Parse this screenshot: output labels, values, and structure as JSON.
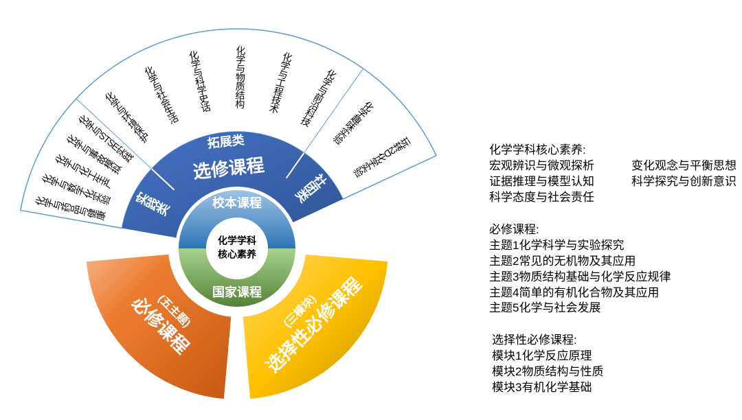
{
  "diagram": {
    "center": {
      "line1": "化学学科",
      "line2": "核心素养"
    },
    "inner_ring": {
      "top": "校本课程",
      "bottom": "国家课程"
    },
    "main_sections": {
      "elective": "选修课程",
      "compulsory": "必修课程",
      "compulsory_sub": "(五主题)",
      "selective_compulsory": "选择性必修课程",
      "selective_compulsory_sub": "(三模块)"
    },
    "elective_subsections": {
      "practice": "实践类",
      "expansion": "拓展类",
      "club": "社团类"
    },
    "outer_items": {
      "practice": [
        "化学与药品与健康",
        "化学与数字化实验",
        "化学与化工生产",
        "化学与事故模拟",
        "化学与STSE实践"
      ],
      "expansion": [
        "化学与环境保护",
        "化学与社会生活",
        "化学与科学史话",
        "化学与物质结构",
        "化学与工程技术",
        "化学与前沿科技"
      ],
      "club": [
        "化学趣味实验",
        "玩转2D化学实验"
      ]
    }
  },
  "text_info": {
    "core_competencies": {
      "title": "化学学科核心素养:",
      "row1_left": "宏观辨识与微观探析",
      "row1_right": "变化观念与平衡思想",
      "row2_left": "证据推理与模型认知",
      "row2_right": "科学探究与创新意识",
      "row3": "科学态度与社会责任"
    },
    "compulsory_courses": {
      "title": "必修课程:",
      "items": [
        "主题1化学科学与实验探究",
        "主题2常见的无机物及其应用",
        "主题3物质结构基础与化学反应规律",
        "主题4简单的有机化合物及其应用",
        "主题5化学与社会发展"
      ]
    },
    "selective_compulsory_courses": {
      "title": "选择性必修课程:",
      "items": [
        "模块1化学反应原理",
        "模块2物质结构与性质",
        "模块3有机化学基础"
      ]
    }
  },
  "colors": {
    "blue_dark": "#2E5D9F",
    "blue_light": "#5B9BD5",
    "green": "#70AD47",
    "orange": "#ED7D31",
    "yellow": "#FFC000",
    "outer_border": "#5B9BD5"
  }
}
